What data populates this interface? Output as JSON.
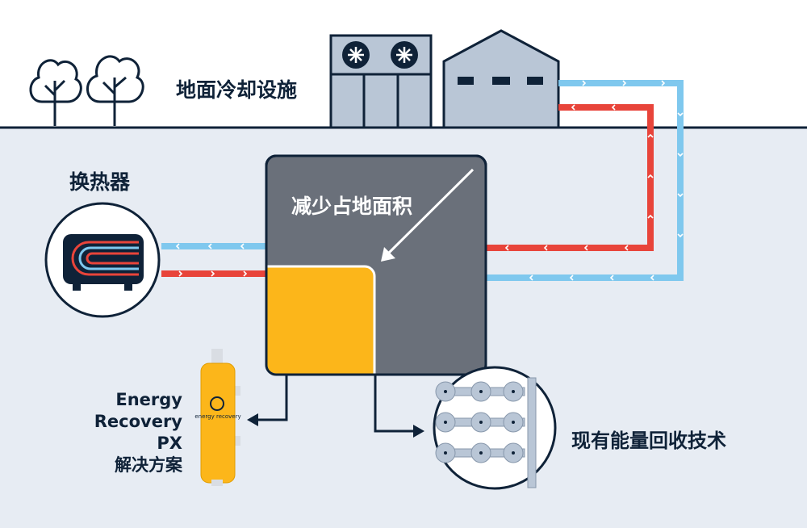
{
  "labels": {
    "surface_facility": "地面冷却设施",
    "heat_exchanger": "换热器",
    "reduce_footprint": "减少占地面积",
    "px_line1": "Energy",
    "px_line2": "Recovery PX",
    "px_line3": "解决方案",
    "existing_tech": "现有能量回收技术",
    "logo_text": "energy recovery"
  },
  "colors": {
    "ground": "#e7ecf3",
    "navy": "#0f2238",
    "hot_pipe": "#e8443a",
    "cold_pipe": "#7fc8ee",
    "footprint_box": "#6a707a",
    "px_footprint": "#fcb61a",
    "building": "#b9c6d6"
  }
}
